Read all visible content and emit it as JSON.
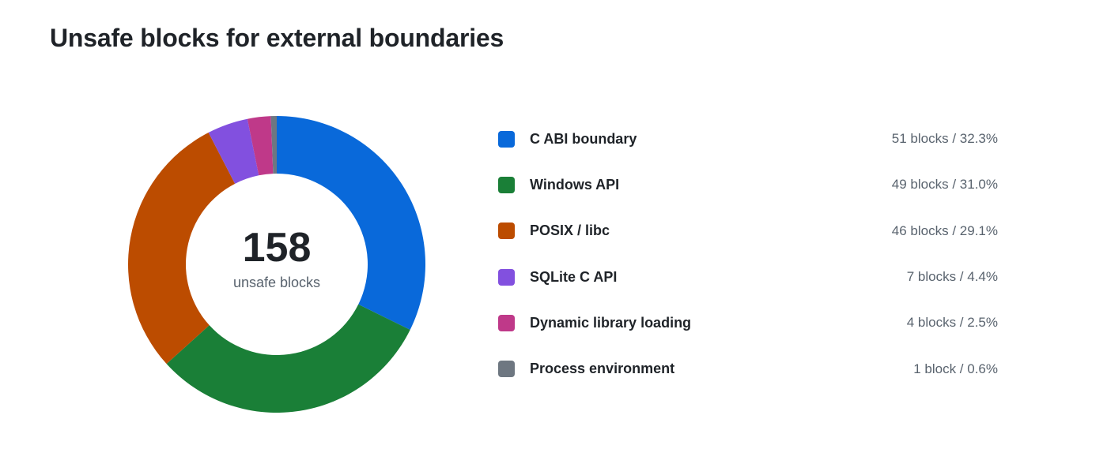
{
  "chart_data": {
    "type": "pie",
    "title": "Unsafe blocks for external boundaries",
    "total": {
      "value": "158",
      "caption": "unsafe blocks"
    },
    "slices": [
      {
        "label": "C ABI boundary",
        "value": 51,
        "percent": 32.3,
        "display": "51 blocks / 32.3%",
        "color": "#0969da"
      },
      {
        "label": "Windows API",
        "value": 49,
        "percent": 31.0,
        "display": "49 blocks / 31.0%",
        "color": "#1a7f37"
      },
      {
        "label": "POSIX / libc",
        "value": 46,
        "percent": 29.1,
        "display": "46 blocks / 29.1%",
        "color": "#bc4c00"
      },
      {
        "label": "SQLite C API",
        "value": 7,
        "percent": 4.4,
        "display": "7 blocks / 4.4%",
        "color": "#8250df"
      },
      {
        "label": "Dynamic library loading",
        "value": 4,
        "percent": 2.5,
        "display": "4 blocks / 2.5%",
        "color": "#bf3989"
      },
      {
        "label": "Process environment",
        "value": 1,
        "percent": 0.6,
        "display": "1 block / 0.6%",
        "color": "#6e7781"
      }
    ],
    "legend_position": "right"
  }
}
